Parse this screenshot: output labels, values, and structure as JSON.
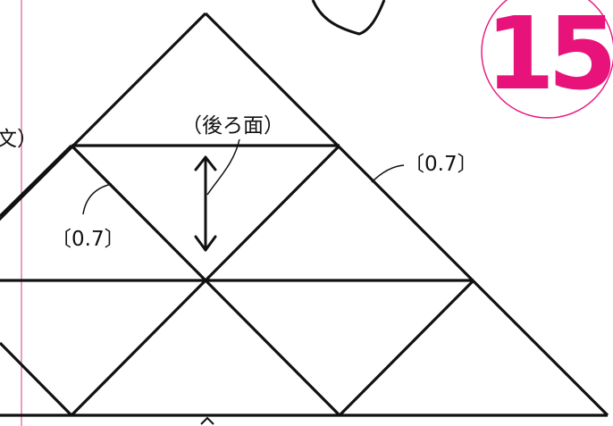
{
  "badge": {
    "number": "15",
    "color": "#e8137a"
  },
  "labels": {
    "face_label": "（後ろ面）",
    "thickness_right": "〔0.7〕",
    "thickness_left": "〔0.7〕",
    "cut_edge_text": "文）"
  },
  "colors": {
    "line": "#111111",
    "margin_guide": "#d63a8a",
    "badge": "#e8137a"
  }
}
